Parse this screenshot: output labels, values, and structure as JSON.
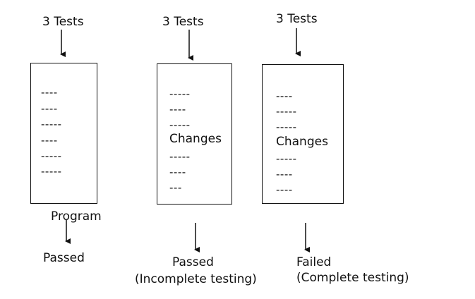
{
  "columns": [
    {
      "input_label": "3 Tests",
      "box_lines": [
        "----",
        "----",
        "-----",
        "----",
        "-----",
        "-----"
      ],
      "box_caption": "Program",
      "result": "Passed",
      "result_note": ""
    },
    {
      "input_label": "3 Tests",
      "box_lines": [
        "-----",
        "----",
        "-----",
        "Changes",
        "-----",
        "----",
        "---"
      ],
      "box_caption": "",
      "result": "Passed",
      "result_note": "(Incomplete testing)"
    },
    {
      "input_label": "3 Tests",
      "box_lines": [
        "----",
        "-----",
        "-----",
        "Changes",
        "-----",
        "----",
        "----"
      ],
      "box_caption": "",
      "result": "Failed",
      "result_note": "(Complete testing)"
    }
  ]
}
